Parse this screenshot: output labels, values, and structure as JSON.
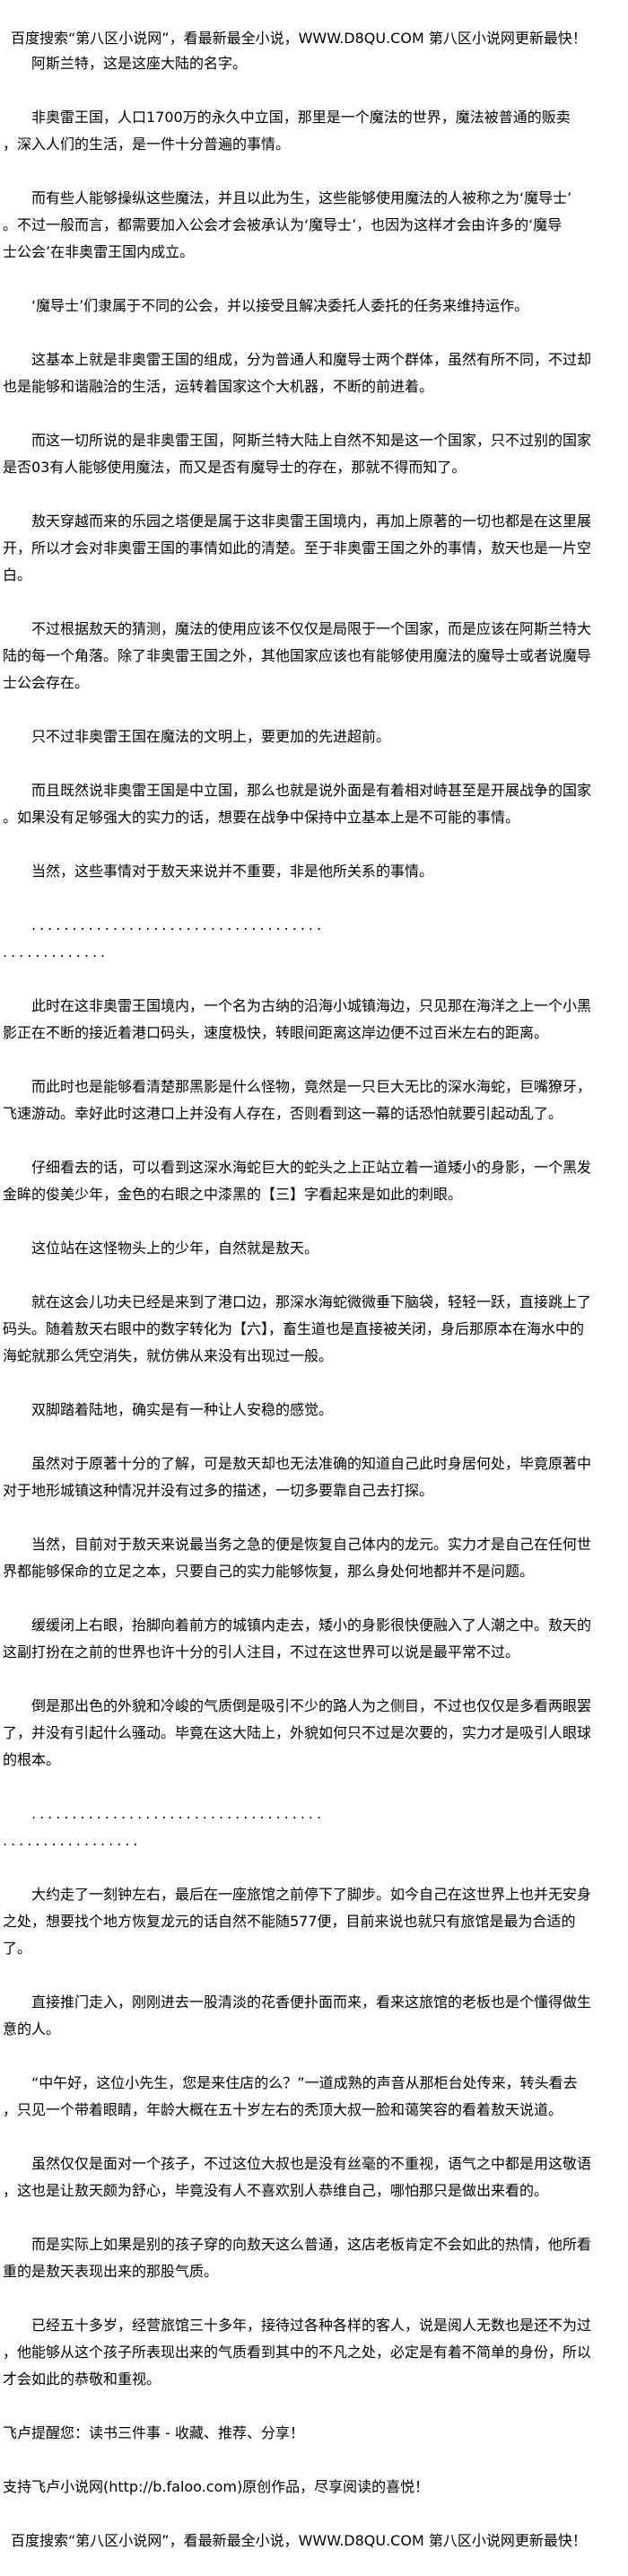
{
  "site_banner": "百度搜索“第八区小说网”，看最新最全小说，WWW.D8QU.COM   第八区小说网更新最快！",
  "paragraphs": [
    [
      "阿斯兰特，这是这座大陆的名字。"
    ],
    [
      "非奥雷王国，人口1700万的永久中立国，那里是一个魔法的世界，魔法被普通的贩卖",
      "，深入人们的生活，是一件十分普遍的事情。"
    ],
    [
      "而有些人能够操纵这些魔法，并且以此为生，这些能够使用魔法的人被称之为‘魔导士’",
      "。不过一般而言，都需要加入公会才会被承认为‘魔导士’，也因为这样才会由许多的‘魔导",
      "士公会’在非奥雷王国内成立。"
    ],
    [
      "‘魔导士’们隶属于不同的公会，并以接受且解决委托人委托的任务来维持运作。"
    ],
    [
      "这基本上就是非奥雷王国的组成，分为普通人和魔导士两个群体，虽然有所不同，不过却",
      "也是能够和谐融洽的生活，运转着国家这个大机器，不断的前进着。"
    ],
    [
      "而这一切所说的是非奥雷王国，阿斯兰特大陆上自然不知是这一个国家，只不过别的国家",
      "是否03有人能够使用魔法，而又是否有魔导士的存在，那就不得而知了。"
    ],
    [
      "敖天穿越而来的乐园之塔便是属于这非奥雷王国境内，再加上原著的一切也都是在这里展",
      "开，所以才会对非奥雷王国的事情如此的清楚。至于非奥雷王国之外的事情，敖天也是一片空",
      "白。"
    ],
    [
      "不过根据敖天的猜测，魔法的使用应该不仅仅是局限于一个国家，而是应该在阿斯兰特大",
      "陆的每一个角落。除了非奥雷王国之外，其他国家应该也有能够使用魔法的魔导士或者说魔导",
      "士公会存在。"
    ],
    [
      "只不过非奥雷王国在魔法的文明上，要更加的先进超前。"
    ],
    [
      "而且既然说非奥雷王国是中立国，那么也就是说外面是有着相对峙甚至是开展战争的国家",
      "。如果没有足够强大的实力的话，想要在战争中保持中立基本上是不可能的事情。"
    ],
    [
      "当然，这些事情对于敖天来说并不重要，非是他所关系的事情。"
    ],
    [
      "....................................",
      "............."
    ],
    [
      "此时在这非奥雷王国境内，一个名为古纳的沿海小城镇海边，只见那在海洋之上一个小黑",
      "影正在不断的接近着港口码头，速度极快，转眼间距离这岸边便不过百米左右的距离。"
    ],
    [
      "而此时也是能够看清楚那黑影是什么怪物，竟然是一只巨大无比的深水海蛇，巨嘴獠牙，",
      "飞速游动。幸好此时这港口上并没有人存在，否则看到这一幕的话恐怕就要引起动乱了。"
    ],
    [
      "仔细看去的话，可以看到这深水海蛇巨大的蛇头之上正站立着一道矮小的身影，一个黑发",
      "金眸的俊美少年，金色的右眼之中漆黑的【三】字看起来是如此的刺眼。"
    ],
    [
      "这位站在这怪物头上的少年，自然就是敖天。"
    ],
    [
      "就在这会儿功夫已经是来到了港口边，那深水海蛇微微垂下脑袋，轻轻一跃，直接跳上了",
      "码头。随着敖天右眼中的数字转化为【六】，畜生道也是直接被关闭，身后那原本在海水中的",
      "海蛇就那么凭空消失，就仿佛从来没有出现过一般。"
    ],
    [
      "双脚踏着陆地，确实是有一种让人安稳的感觉。"
    ],
    [
      "虽然对于原著十分的了解，可是敖天却也无法准确的知道自己此时身居何处，毕竟原著中",
      "对于地形城镇这种情况并没有过多的描述，一切多要靠自己去打探。"
    ],
    [
      "当然，目前对于敖天来说最当务之急的便是恢复自己体内的龙元。实力才是自己在任何世",
      "界都能够保命的立足之本，只要自己的实力能够恢复，那么身处何地都并不是问题。"
    ],
    [
      "缓缓闭上右眼，抬脚向着前方的城镇内走去，矮小的身影很快便融入了人潮之中。敖天的",
      "这副打扮在之前的世界也许十分的引人注目，不过在这世界可以说是最平常不过。"
    ],
    [
      "倒是那出色的外貌和冷峻的气质倒是吸引不少的路人为之侧目，不过也仅仅是多看两眼罢",
      "了，并没有引起什么骚动。毕竟在这大陆上，外貌如何只不过是次要的，实力才是吸引人眼球",
      "的根本。"
    ],
    [
      "....................................",
      "................."
    ],
    [
      "大约走了一刻钟左右，最后在一座旅馆之前停下了脚步。如今自己在这世界上也并无安身",
      "之处，想要找个地方恢复龙元的话自然不能随577便，目前来说也就只有旅馆是最为合适的",
      "了。"
    ],
    [
      "直接推门走入，刚刚进去一股清淡的花香便扑面而来，看来这旅馆的老板也是个懂得做生",
      "意的人。"
    ],
    [
      "“中午好，这位小先生，您是来住店的么？”一道成熟的声音从那柜台处传来，转头看去",
      "，只见一个带着眼睛，年龄大概在五十岁左右的秃顶大叔一脸和蔼笑容的看着敖天说道。"
    ],
    [
      "虽然仅仅是面对一个孩子，不过这位大叔也是没有丝毫的不重视，语气之中都是用这敬语",
      "，这也是让敖天颇为舒心，毕竟没有人不喜欢别人恭维自己，哪怕那只是做出来看的。"
    ],
    [
      "而是实际上如果是别的孩子穿的向敖天这么普通，这店老板肯定不会如此的热情，他所看",
      "重的是敖天表现出来的那股气质。"
    ],
    [
      "已经五十多岁，经营旅馆三十多年，接待过各种各样的客人，说是阅人无数也是还不为过",
      "，他能够从这个孩子所表现出来的气质看到其中的不凡之处，必定是有着不简单的身份，所以",
      "才会如此的恭敬和重视。"
    ]
  ],
  "footer": {
    "reminder": "飞卢提醒您：读书三件事 - 收藏、推荐、分享！",
    "support": "支持飞卢小说网(http://b.faloo.com)原创作品，尽享阅读的喜悦！",
    "banner": "百度搜索“第八区小说网”，看最新最全小说，WWW.D8QU.COM   第八区小说网更新最快！"
  }
}
